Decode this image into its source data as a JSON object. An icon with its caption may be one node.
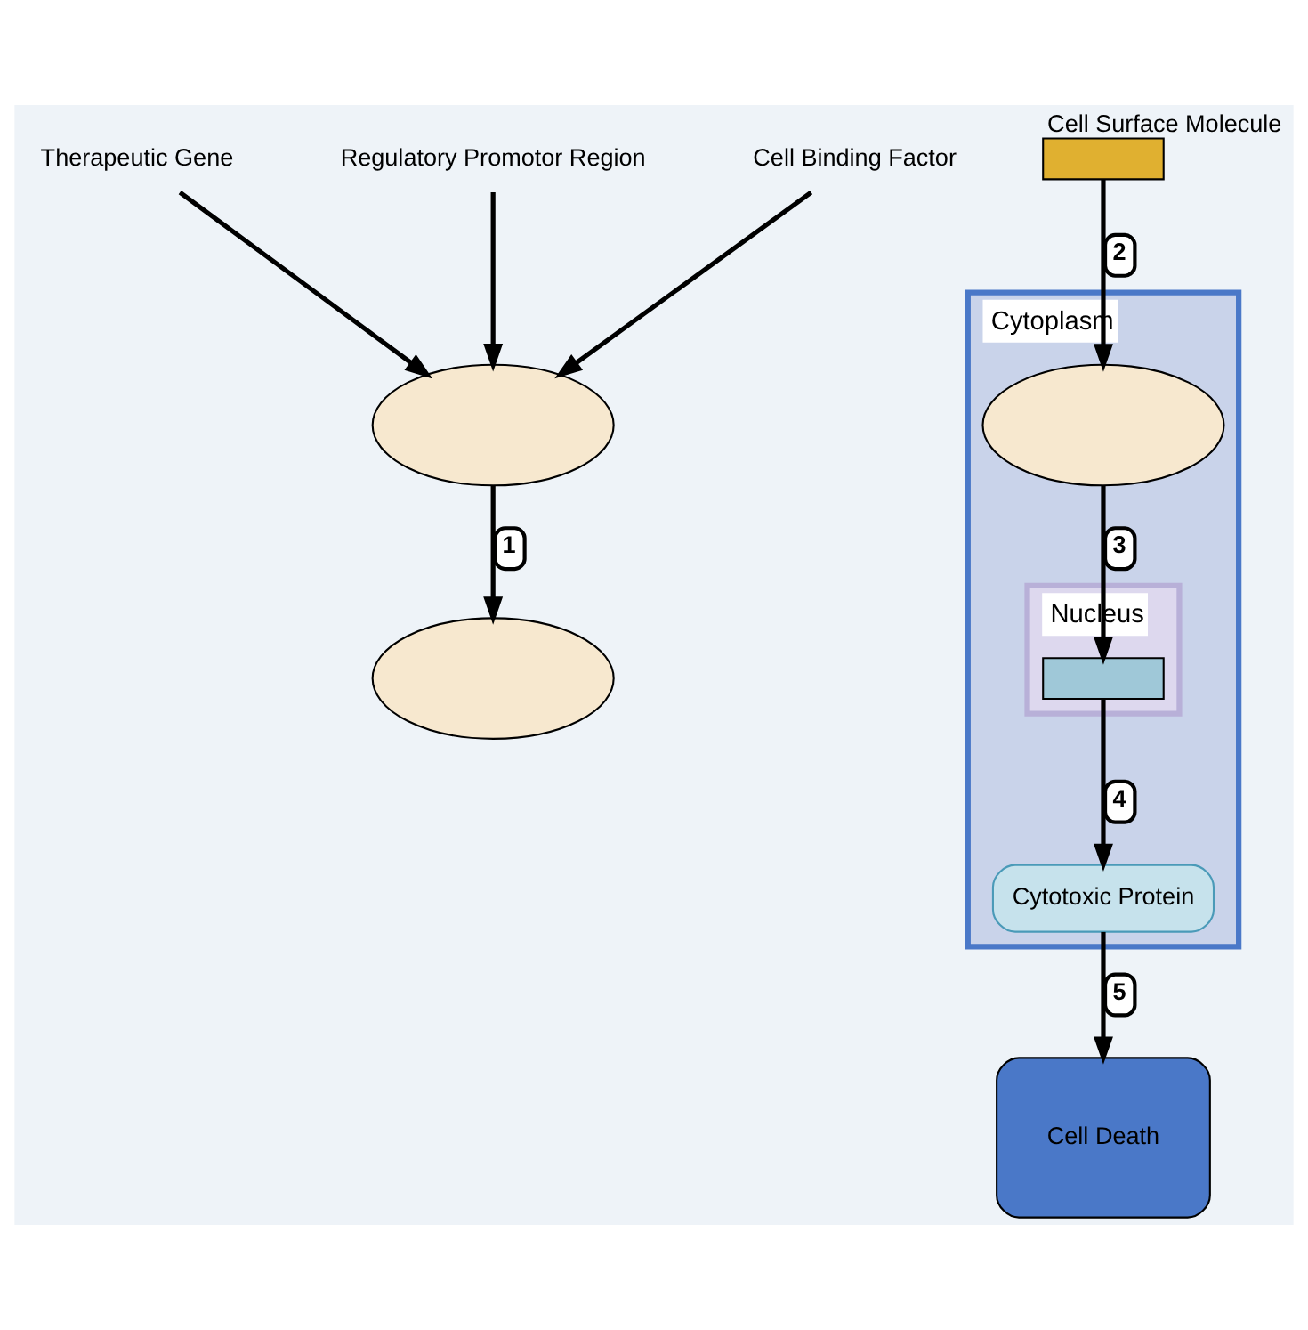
{
  "diagram": {
    "nodes": [
      {
        "text": [
          "Therapeutic Gene"
        ]
      },
      {
        "text": [
          "Regulatory Promotor Region"
        ]
      },
      {
        "text": [],
        "shape": "circle"
      },
      {
        "text": [
          "Cell Binding Factor"
        ]
      },
      {
        "text": [],
        "shape": "circle"
      },
      {
        "text": [],
        "shape": "bar",
        "beside": [
          "Cell Surface Molecule"
        ]
      },
      {
        "text": [
          "Cytoplasm"
        ]
      },
      {
        "text": [],
        "shape": "circle",
        "in": 6
      },
      {
        "text": [
          "Cytotoxic Protein"
        ],
        "in": 6
      },
      {
        "text": [
          "Nucleus"
        ],
        "in": 6
      },
      {
        "text": [],
        "shape": "bar",
        "in": 9
      },
      {
        "text": [
          "Cell Death"
        ]
      }
    ],
    "edges": [
      {
        "from": 0,
        "to": 2,
        "arrow": "to"
      },
      {
        "from": 1,
        "to": 2,
        "arrow": "to"
      },
      {
        "from": 3,
        "to": 2,
        "arrow": "to"
      },
      {
        "from": 2,
        "to": 4,
        "arrow": "to",
        "label": "1"
      },
      {
        "from": 5,
        "to": 7,
        "arrow": "to",
        "label": "2"
      },
      {
        "from": 7,
        "to": 10,
        "arrow": "to",
        "label": "3"
      },
      {
        "from": 10,
        "to": 8,
        "arrow": "to",
        "label": "4"
      },
      {
        "from": 8,
        "to": 11,
        "arrow": "to",
        "label": "5"
      }
    ]
  }
}
